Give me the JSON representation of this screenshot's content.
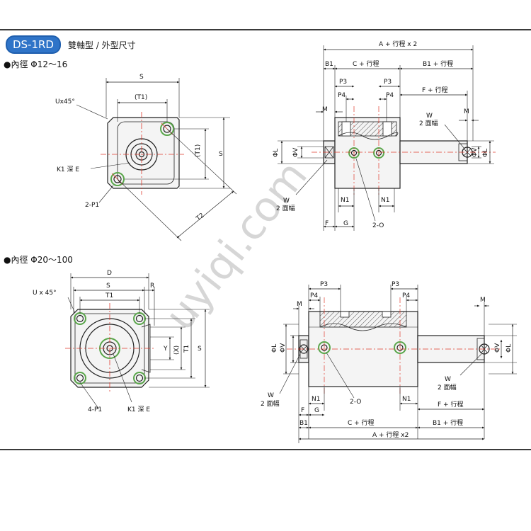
{
  "header": {
    "badge": "DS-1RD",
    "title": "雙軸型 / 外型尺寸"
  },
  "sections": {
    "small": "●內徑 Φ12～16",
    "large": "●內徑 Φ20～100"
  },
  "labels_top_left": {
    "S": "S",
    "T1p": "(T1)",
    "T1v": "(T1)",
    "Sv": "S",
    "U": "Ux45°",
    "K1": "K1 深 E",
    "P1": "2-P1",
    "T2": "T2"
  },
  "labels_top_right": {
    "A": "A + 行程 x 2",
    "B1": "B1",
    "C": "C + 行程",
    "B1r": "B1 + 行程",
    "P3a": "P3",
    "P3b": "P3",
    "P4a": "P4",
    "P4b": "P4",
    "F": "F + 行程",
    "M1": "M",
    "M2": "M",
    "W1": "W",
    "W1b": "2 面幅",
    "PL": "ΦL",
    "PV": "ΦV",
    "PVr": "ΦV",
    "PLr": "ΦL",
    "W2": "W",
    "W2b": "2 面幅",
    "N1a": "N1",
    "N1b": "N1",
    "Fb": "F",
    "G": "G",
    "O": "2-O"
  },
  "labels_bottom_left": {
    "D": "D",
    "S": "S",
    "R": "R",
    "T1": "T1",
    "U": "U x 45°",
    "Y": "Y",
    "X": "(X)",
    "T1v": "T1",
    "Sv": "S",
    "P1": "4-P1",
    "K1": "K1 深 E"
  },
  "labels_bottom_right": {
    "P3a": "P3",
    "P3b": "P3",
    "P4a": "P4",
    "P4b": "P4",
    "M1": "M",
    "M2": "M",
    "PL": "ΦL",
    "PV": "ΦV",
    "PVr": "ΦV",
    "PLr": "ΦL",
    "W1": "W",
    "W1b": "2 面幅",
    "W2": "W",
    "W2b": "2 面幅",
    "N1a": "N1",
    "N1b": "N1",
    "O": "2-O",
    "F": "F",
    "G": "G",
    "Fr": "F + 行程",
    "B1": "B1",
    "C": "C + 行程",
    "B1r": "B1 + 行程",
    "A": "A + 行程 x2"
  },
  "watermark": "uyiqi.com",
  "colors": {
    "accent": "#2f74c8",
    "centerline": "#e0392b",
    "port_ring": "#5aa64b",
    "line": "#222222",
    "body_fill": "#f4f4f4"
  }
}
